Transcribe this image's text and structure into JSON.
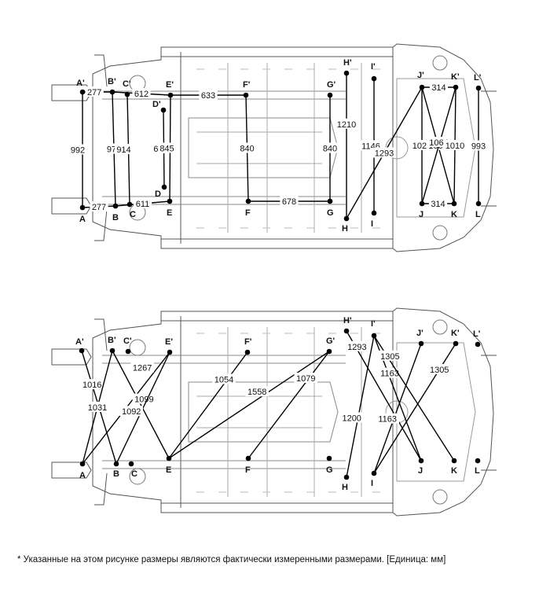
{
  "top_diagram": {
    "points": [
      {
        "id": "A1",
        "label": "A'"
      },
      {
        "id": "B1",
        "label": "B'"
      },
      {
        "id": "C1",
        "label": "C'"
      },
      {
        "id": "D1",
        "label": "D'"
      },
      {
        "id": "E1",
        "label": "E'"
      },
      {
        "id": "F1",
        "label": "F'"
      },
      {
        "id": "G1",
        "label": "G'"
      },
      {
        "id": "H1",
        "label": "H'"
      },
      {
        "id": "I1",
        "label": "I'"
      },
      {
        "id": "J1",
        "label": "J'"
      },
      {
        "id": "K1",
        "label": "K'"
      },
      {
        "id": "L1",
        "label": "L'"
      },
      {
        "id": "A",
        "label": "A"
      },
      {
        "id": "B",
        "label": "B"
      },
      {
        "id": "C",
        "label": "C"
      },
      {
        "id": "D",
        "label": "D"
      },
      {
        "id": "E",
        "label": "E"
      },
      {
        "id": "F",
        "label": "F"
      },
      {
        "id": "G",
        "label": "G"
      },
      {
        "id": "H",
        "label": "H"
      },
      {
        "id": "I",
        "label": "I"
      },
      {
        "id": "J",
        "label": "J"
      },
      {
        "id": "K",
        "label": "K"
      },
      {
        "id": "L",
        "label": "L"
      }
    ],
    "dimensions": [
      {
        "from": "A1",
        "to": "B1",
        "value": "277"
      },
      {
        "from": "B1",
        "to": "E1",
        "value": "612"
      },
      {
        "from": "E1",
        "to": "F1",
        "value": "633"
      },
      {
        "from": "A1",
        "to": "A",
        "value": "992"
      },
      {
        "from": "B1",
        "to": "B",
        "value": "978"
      },
      {
        "from": "C1",
        "to": "C",
        "value": "914"
      },
      {
        "from": "D1",
        "to": "D",
        "value": "610"
      },
      {
        "from": "E1",
        "to": "E",
        "value": "845"
      },
      {
        "from": "F1",
        "to": "F",
        "value": "840"
      },
      {
        "from": "G1",
        "to": "G",
        "value": "840"
      },
      {
        "from": "H1",
        "to": "H",
        "value": "1210"
      },
      {
        "from": "I1",
        "to": "I",
        "value": "1146"
      },
      {
        "from": "J1",
        "to": "H",
        "value": "1293"
      },
      {
        "from": "J1",
        "to": "J",
        "value": "1023"
      },
      {
        "from": "J1",
        "to": "K",
        "value": "1064"
      },
      {
        "from": "K1",
        "to": "J",
        "value": "1064"
      },
      {
        "from": "K1",
        "to": "K",
        "value": "1010"
      },
      {
        "from": "J1",
        "to": "K1",
        "value": "314"
      },
      {
        "from": "L1",
        "to": "L",
        "value": "993"
      },
      {
        "from": "A",
        "to": "B",
        "value": "277"
      },
      {
        "from": "B",
        "to": "E",
        "value": "611"
      },
      {
        "from": "F",
        "to": "G",
        "value": "678"
      },
      {
        "from": "J",
        "to": "K",
        "value": "314"
      }
    ]
  },
  "bottom_diagram": {
    "points": [
      {
        "id": "A1",
        "label": "A'"
      },
      {
        "id": "B1",
        "label": "B'"
      },
      {
        "id": "C1",
        "label": "C'"
      },
      {
        "id": "E1",
        "label": "E'"
      },
      {
        "id": "F1",
        "label": "F'"
      },
      {
        "id": "G1",
        "label": "G'"
      },
      {
        "id": "H1",
        "label": "H'"
      },
      {
        "id": "I1",
        "label": "I'"
      },
      {
        "id": "J1",
        "label": "J'"
      },
      {
        "id": "K1",
        "label": "K'"
      },
      {
        "id": "L1",
        "label": "L'"
      },
      {
        "id": "A",
        "label": "A"
      },
      {
        "id": "B",
        "label": "B"
      },
      {
        "id": "C",
        "label": "C"
      },
      {
        "id": "E",
        "label": "E"
      },
      {
        "id": "F",
        "label": "F"
      },
      {
        "id": "G",
        "label": "G"
      },
      {
        "id": "H",
        "label": "H"
      },
      {
        "id": "I",
        "label": "I"
      },
      {
        "id": "J",
        "label": "J"
      },
      {
        "id": "K",
        "label": "K"
      },
      {
        "id": "L",
        "label": "L"
      }
    ],
    "dimensions": [
      {
        "from": "A1",
        "to": "B",
        "value": "1016"
      },
      {
        "from": "B1",
        "to": "A",
        "value": "1031"
      },
      {
        "from": "E1",
        "to": "A",
        "value": "1267"
      },
      {
        "from": "B1",
        "to": "E",
        "value": "1099"
      },
      {
        "from": "E1",
        "to": "B",
        "value": "1092"
      },
      {
        "from": "F1",
        "to": "E",
        "value": "1054"
      },
      {
        "from": "G1",
        "to": "E",
        "value": "1558"
      },
      {
        "from": "G1",
        "to": "F",
        "value": "1079"
      },
      {
        "from": "H1",
        "to": "J",
        "value": "1293"
      },
      {
        "from": "I1",
        "to": "H",
        "value": "1200"
      },
      {
        "from": "I1",
        "to": "J",
        "value": "1163"
      },
      {
        "from": "J1",
        "to": "I",
        "value": "1163"
      },
      {
        "from": "I1",
        "to": "K",
        "value": "1305"
      },
      {
        "from": "K1",
        "to": "I",
        "value": "1305"
      }
    ]
  },
  "footnote": "* Указанные на этом рисунке размеры являются фактически измеренными размерами. [Единица: мм]"
}
